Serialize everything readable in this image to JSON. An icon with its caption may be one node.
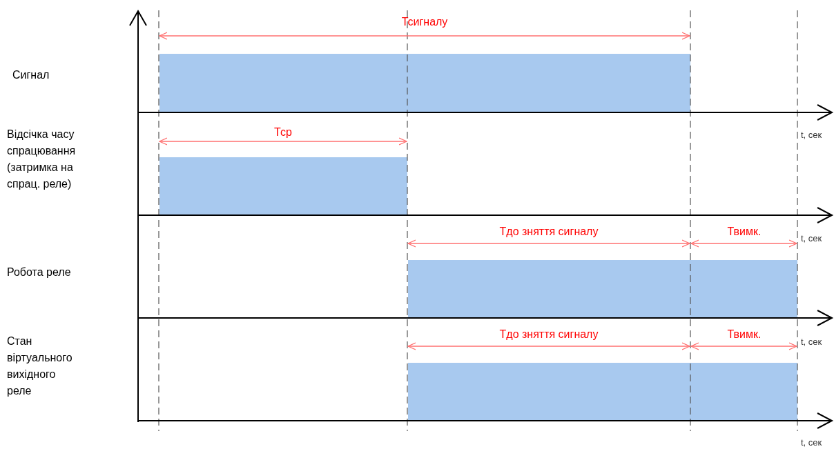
{
  "diagram": {
    "nodes": [
      {
        "text": [],
        "shape": "bar"
      },
      {
        "text": [],
        "shape": "bar"
      },
      {
        "text": [],
        "shape": "bar"
      },
      {
        "text": [],
        "shape": "bar"
      }
    ],
    "labels": [
      "Тсигналу",
      "Сигнал",
      "Відсічка часу спрацювання (затримка на спрац. реле)",
      "Тср",
      "t, сек",
      "Тдо зняття сигналу",
      "Твимк.",
      "t, сек",
      "Робота реле",
      "Стан віртуального вихідного реле",
      "Тдо зняття сигналу",
      "Твимк.",
      "t, сек",
      "t, сек"
    ]
  }
}
